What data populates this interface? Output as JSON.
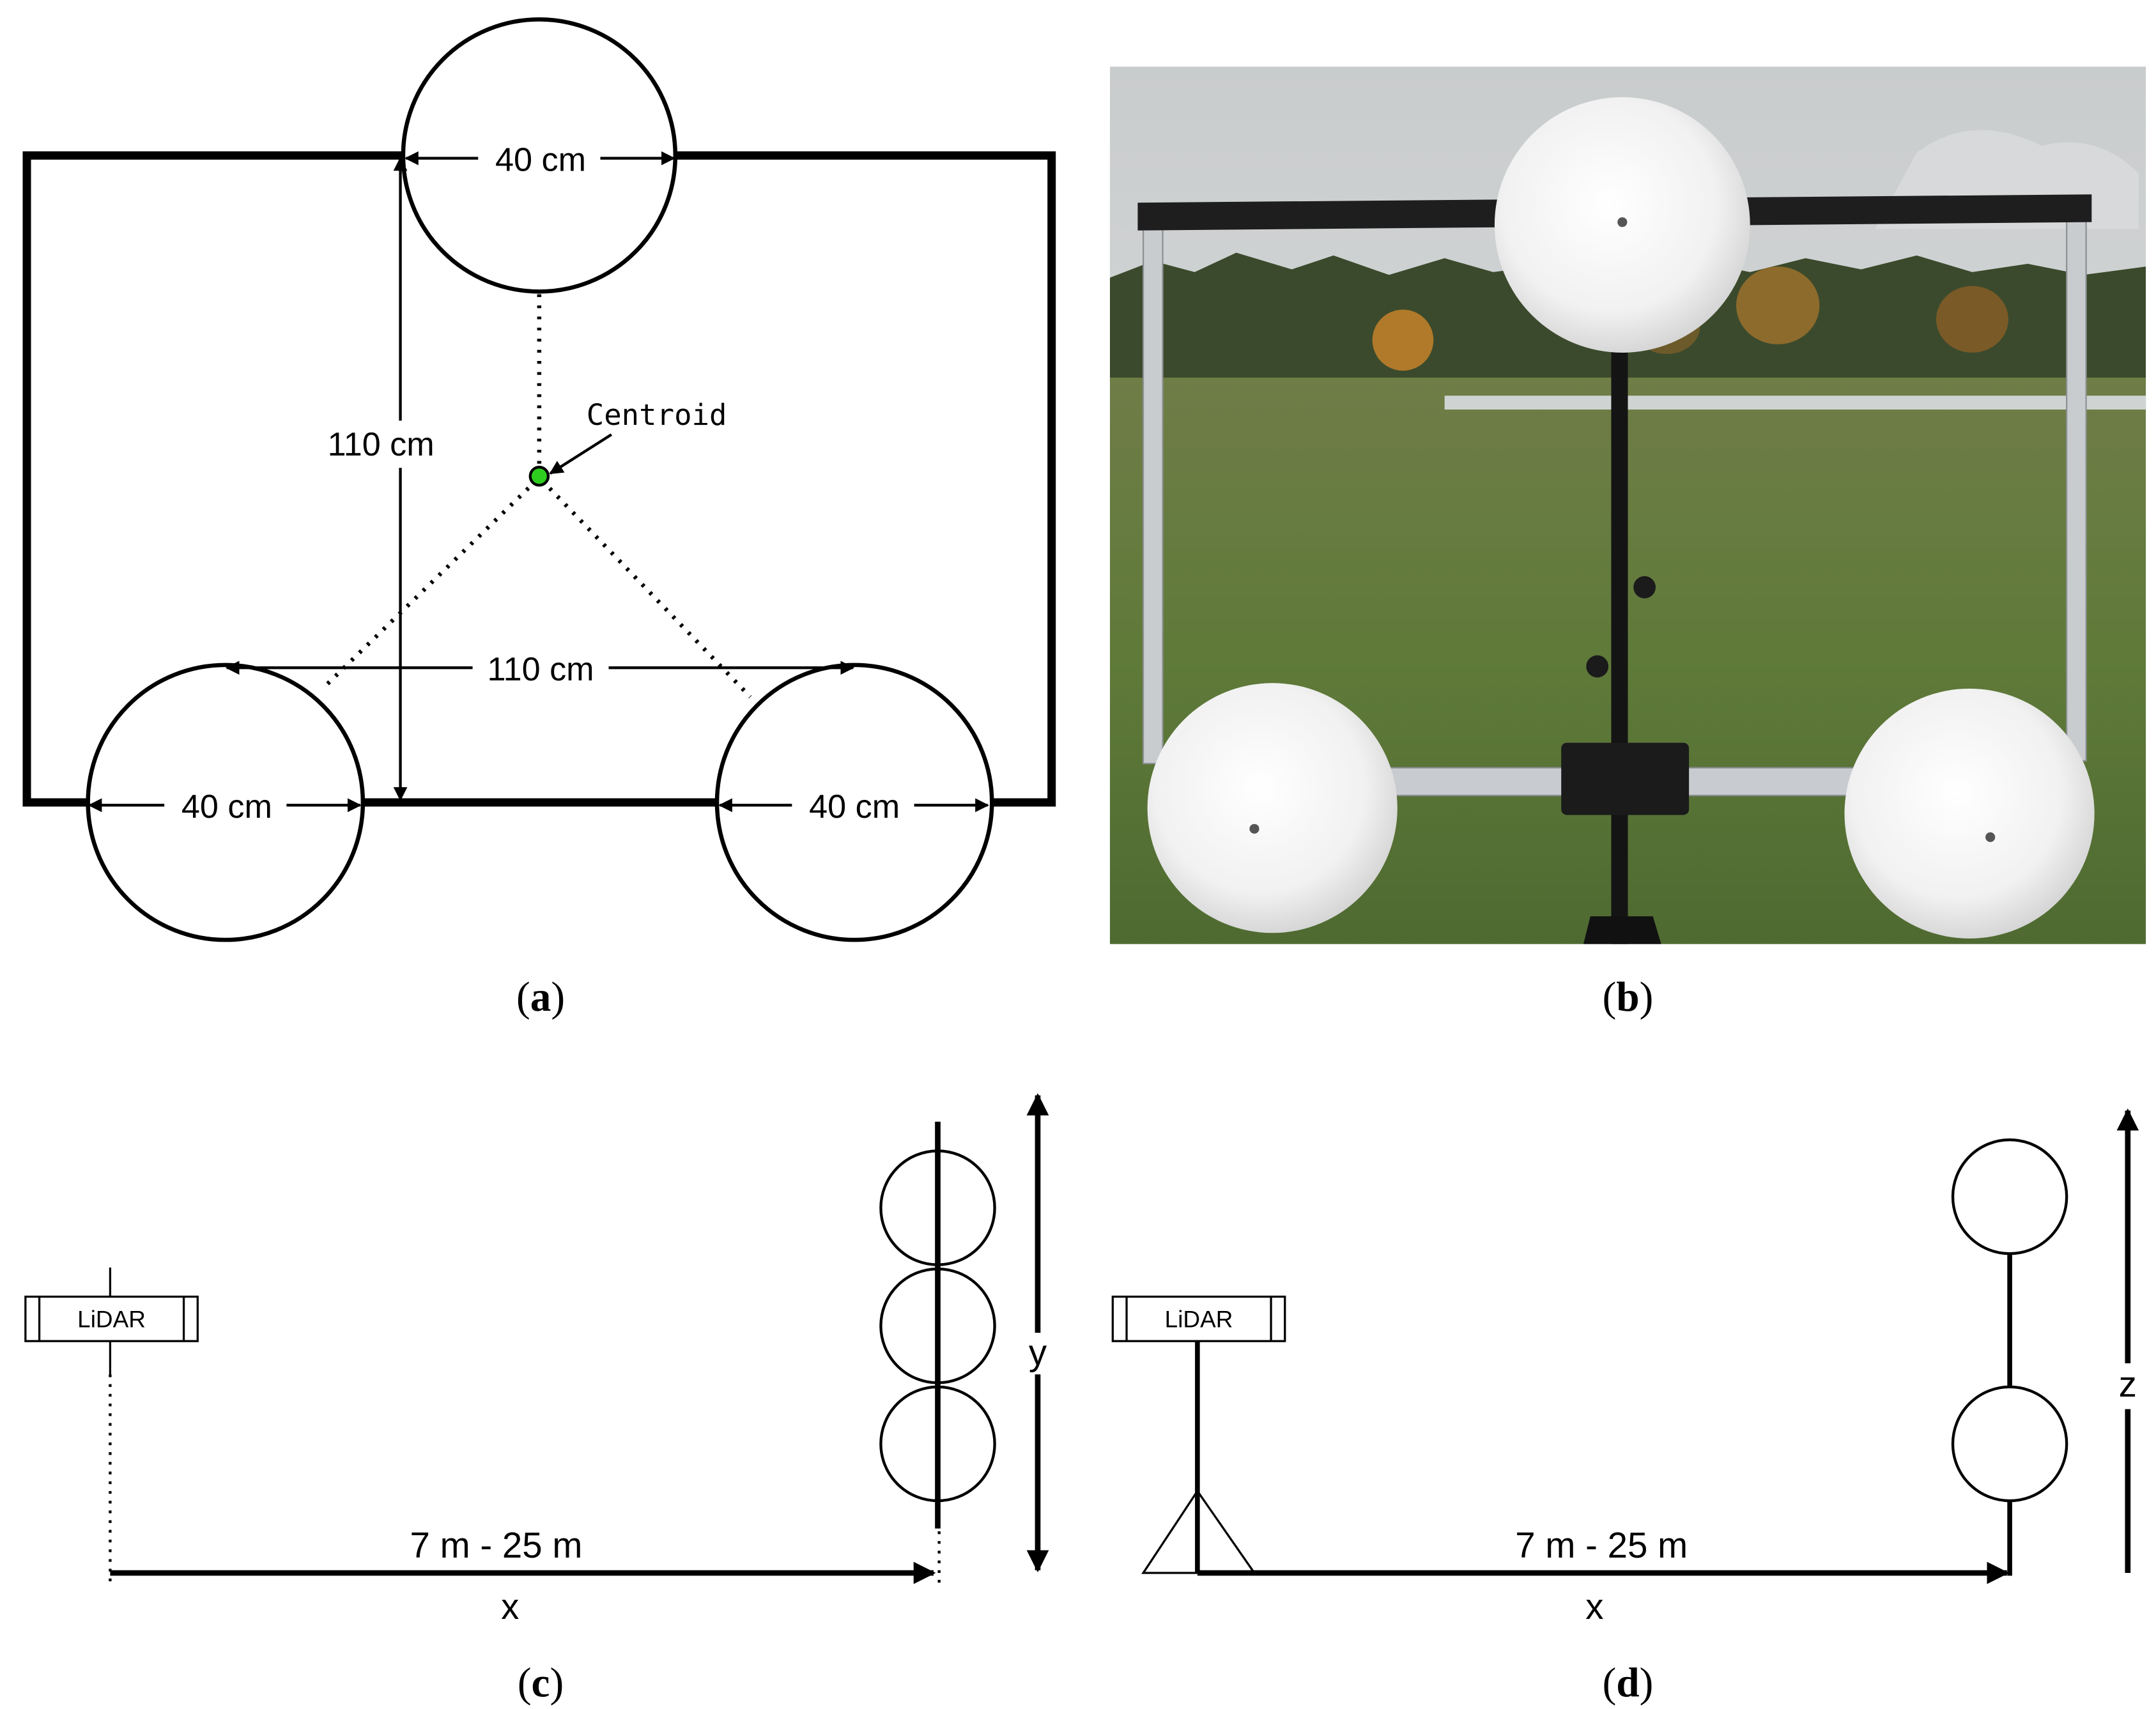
{
  "panel_a": {
    "top_diameter": "40 cm",
    "height_label": "110 cm",
    "centroid_label": "Centroid",
    "width_label": "110 cm",
    "left_diameter": "40 cm",
    "right_diameter": "40 cm",
    "caption_letter": "a"
  },
  "panel_b": {
    "caption_letter": "b"
  },
  "panel_c": {
    "sensor_label": "LiDAR",
    "distance_label": "7 m - 25 m",
    "axis_x": "x",
    "axis_y": "y",
    "caption_letter": "c"
  },
  "panel_d": {
    "sensor_label": "LiDAR",
    "distance_label": "7 m - 25 m",
    "axis_x": "x",
    "axis_z": "z",
    "caption_letter": "d"
  },
  "colors": {
    "centroid": "#2ecc1f",
    "ink": "#000000"
  }
}
